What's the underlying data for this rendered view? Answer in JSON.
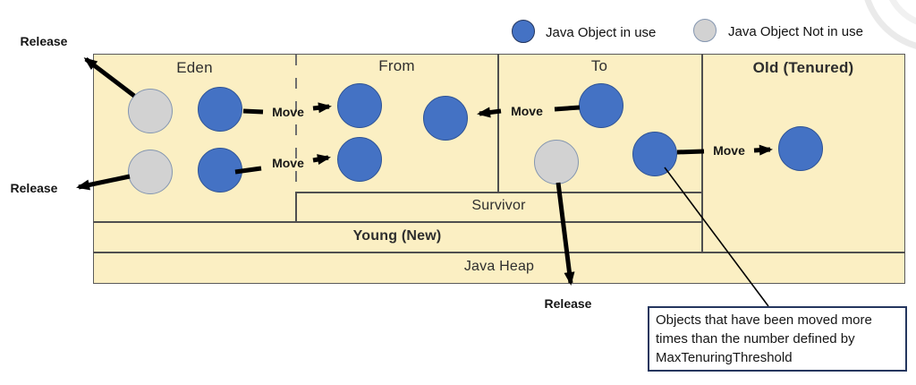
{
  "diagram": {
    "legend": {
      "in_use_label": "Java Object in use",
      "not_in_use_label": "Java Object Not in use"
    },
    "regions": {
      "eden": "Eden",
      "from": "From",
      "to": "To",
      "old_tenured": "Old (Tenured)",
      "survivor": "Survivor",
      "young": "Young (New)",
      "java_heap": "Java Heap"
    },
    "labels": {
      "move": "Move",
      "release": "Release"
    },
    "annotation": "Objects that have been moved more times than the number defined by MaxTenuringThreshold",
    "objects": [
      {
        "region": "eden",
        "state": "not-in-use"
      },
      {
        "region": "eden",
        "state": "in-use"
      },
      {
        "region": "eden",
        "state": "not-in-use"
      },
      {
        "region": "eden",
        "state": "in-use"
      },
      {
        "region": "from",
        "state": "in-use"
      },
      {
        "region": "from",
        "state": "in-use"
      },
      {
        "region": "from",
        "state": "in-use"
      },
      {
        "region": "to",
        "state": "in-use"
      },
      {
        "region": "to",
        "state": "not-in-use"
      },
      {
        "region": "to",
        "state": "in-use"
      },
      {
        "region": "old_tenured",
        "state": "in-use"
      }
    ],
    "colors": {
      "object_in_use": "#4472C4",
      "object_not_in_use": "#D2D2D2",
      "heap_fill": "#FBEFC3",
      "annotation_border": "#24365E",
      "arrow": "#000000"
    }
  }
}
